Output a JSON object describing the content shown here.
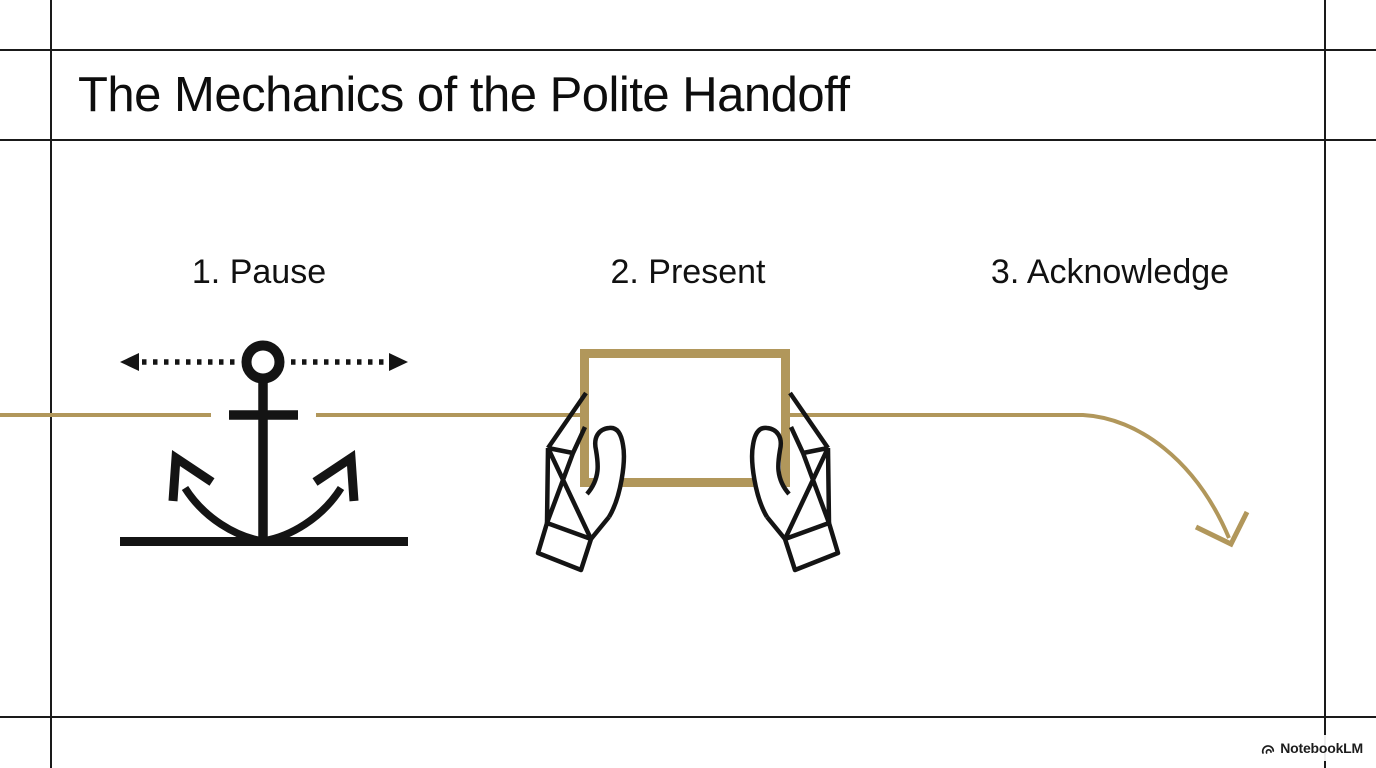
{
  "title": "The Mechanics of the Polite Handoff",
  "steps": [
    {
      "label": "1. Pause",
      "icon": "anchor-icon"
    },
    {
      "label": "2. Present",
      "icon": "hands-presenting-box-icon"
    },
    {
      "label": "3. Acknowledge",
      "icon": "curved-arrow-down-icon"
    }
  ],
  "diagram": {
    "icons": [
      "dotted-double-arrow-icon",
      "anchor-icon",
      "hands-presenting-box-icon",
      "curved-arrow-down-icon",
      "timeline-line"
    ]
  },
  "watermark": {
    "brand": "NotebookLM",
    "icon": "notebooklm-logo-icon"
  },
  "colors": {
    "gold": "#b1975b",
    "ink": "#141414",
    "frame": "#1a1a1a",
    "bg": "#ffffff"
  }
}
